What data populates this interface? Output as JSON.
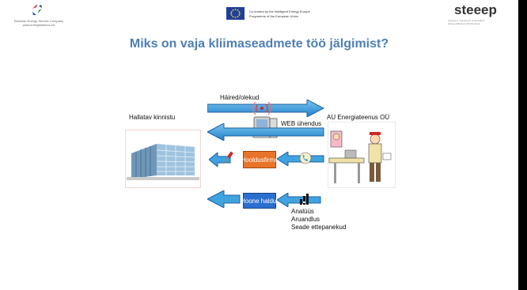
{
  "header": {
    "company_line1": "Estonian Energy Service Company",
    "company_line2": "www.energiateenus.ee",
    "eu_line1": "Co-funded by the Intelligent Energy Europe",
    "eu_line2": "Programme of the European Union",
    "steeep_logo": "steeep",
    "steeep_tag1": "Support & Training for an Excellent",
    "steeep_tag2": "Energy Efficiency Performance"
  },
  "title": "Miks on vaja kliimaseadmete töö jälgimist?",
  "labels": {
    "faults": "Häired/olekud",
    "managed_property": "Hallatav kinnistu",
    "company": "AU Energiateenus OÜ",
    "web": "WEB ühendus",
    "maintenance": "Hooldusfirma",
    "building_manager": "Hoone haldur",
    "analysis_lines": [
      "Analüüs",
      "Aruandlus",
      "Seade ettepanekud"
    ]
  },
  "colors": {
    "title": "#4f7fb3",
    "arrow": "#3fa3e0",
    "arrow_dark": "#1f5f9e",
    "maintenance_box": "#e8732a",
    "manager_box": "#2a6fd0"
  },
  "icons": [
    "recycle-arrows-logo-icon",
    "eu-flag-icon",
    "wireless-signal-icon",
    "computer-icon",
    "screwdriver-icon",
    "phone-icon",
    "chart-icon"
  ]
}
